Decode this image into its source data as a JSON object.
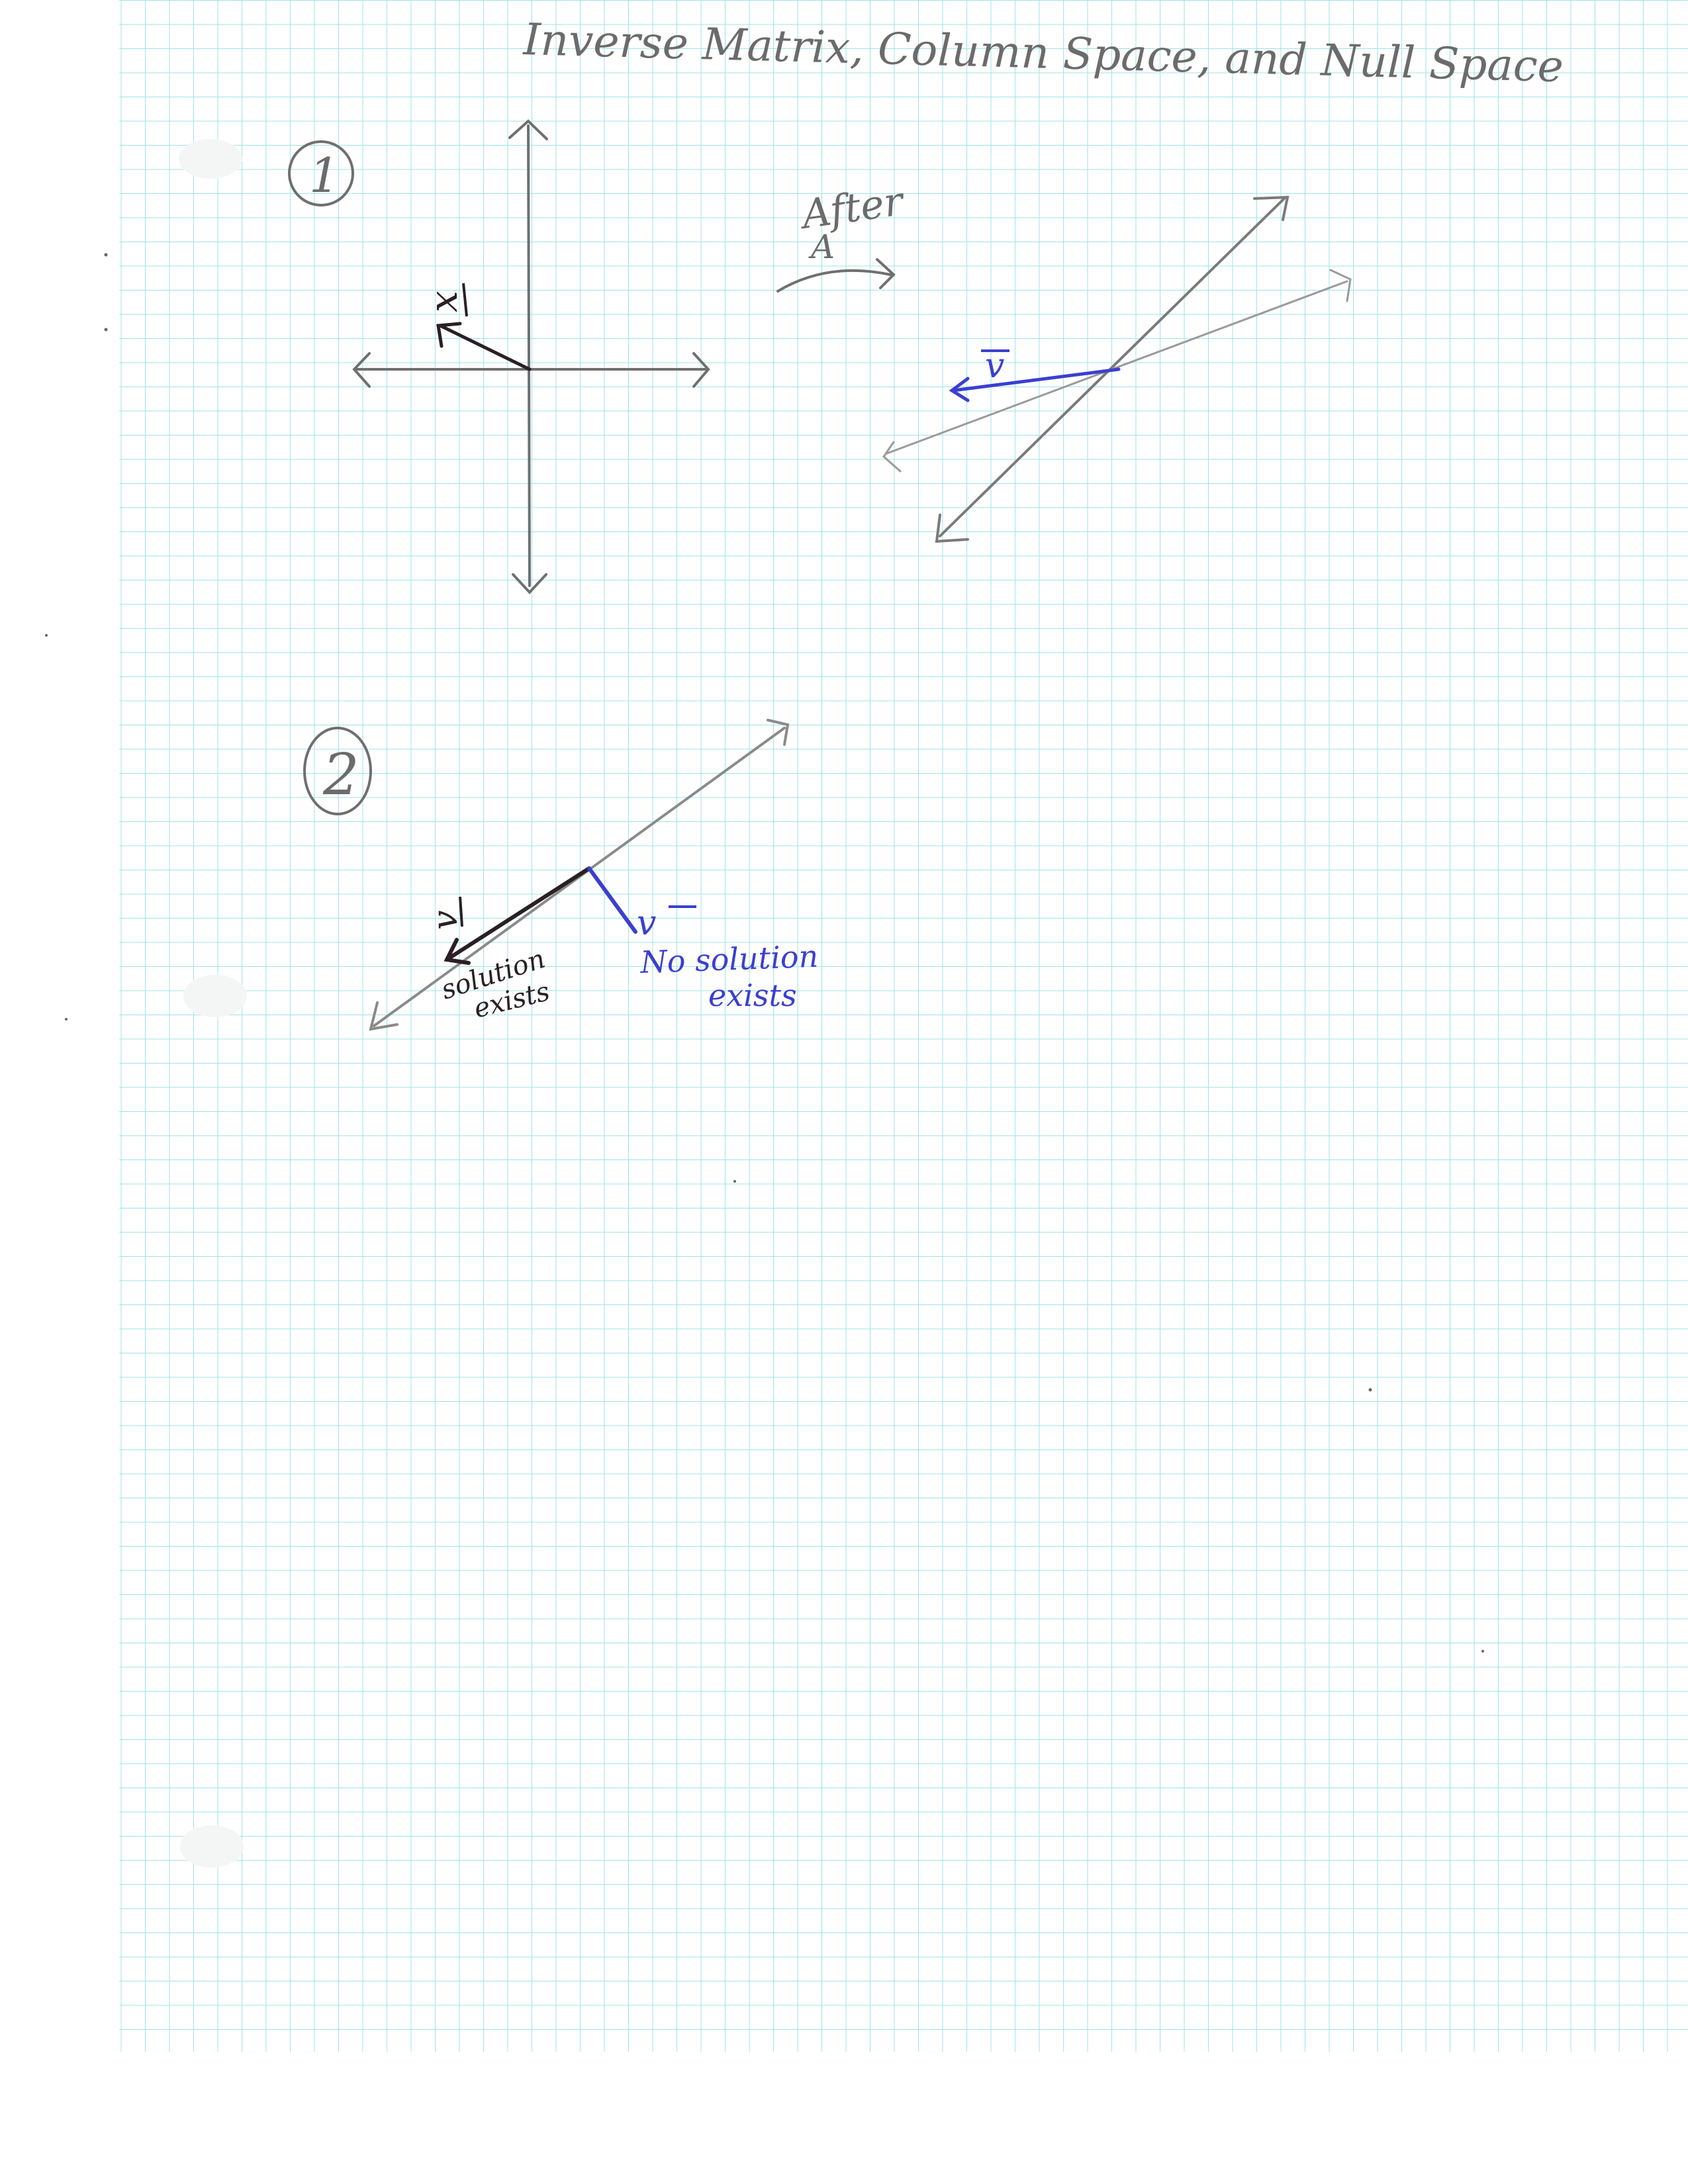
{
  "page": {
    "title": "Inverse Matrix, Column Space, and Null Space"
  },
  "sections": [
    {
      "label": "1",
      "vector_label": "x",
      "transform_label_top": "After",
      "transform_label_bottom": "A",
      "result_vector_label": "v"
    },
    {
      "label": "2",
      "black_vector_label": "v",
      "black_caption_line1": "solution",
      "black_caption_line2": "exists",
      "blue_vector_label": "v",
      "blue_caption_line1": "No solution",
      "blue_caption_line2": "exists"
    }
  ],
  "colors": {
    "grid": "#9fe3e6",
    "pencil": "#6f6f6f",
    "black_ink": "#2a2024",
    "blue_ink": "#3b3fd0"
  }
}
